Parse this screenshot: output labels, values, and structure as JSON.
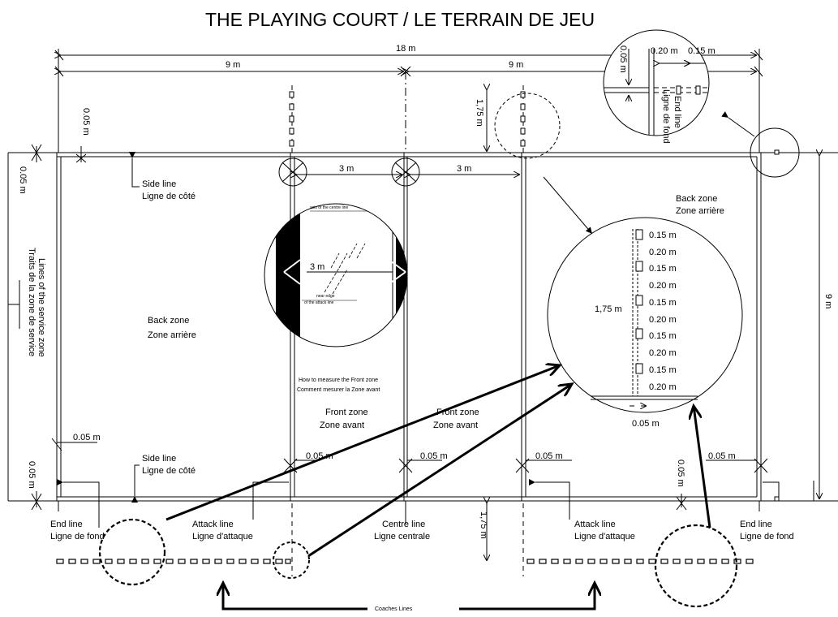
{
  "title": "THE PLAYING COURT / LE TERRAIN DE JEU",
  "dimensions": {
    "total_length": "18 m",
    "half_left": "9 m",
    "half_right": "9 m",
    "width": "9 m",
    "attack_left": "3 m",
    "attack_right": "3 m",
    "service_ext_top": "1,75 m",
    "service_ext_bottom": "1,75 m",
    "line_w_top": "0.05 m",
    "line_w_left": "0.05 m",
    "line_w_bl": "0.05 m",
    "line_w_bl2": "0.05 m",
    "line_w_attack_l": "0.05 m",
    "line_w_centre": "0.05 m",
    "line_w_attack_r": "0.05 m",
    "line_w_right": "0.05 m",
    "line_w_br": "0.05 m",
    "line_w_attack_r2": "0.05 m"
  },
  "zones": {
    "back_left_en": "Back zone",
    "back_left_fr": "Zone arrière",
    "back_right_en": "Back zone",
    "back_right_fr": "Zone arrière",
    "front_left_en": "Front zone",
    "front_left_fr": "Zone avant",
    "front_right_en": "Front zone",
    "front_right_fr": "Zone avant"
  },
  "labels": {
    "side_top_en": "Side line",
    "side_top_fr": "Ligne de côté",
    "side_bottom_en": "Side line",
    "side_bottom_fr": "Ligne de côté",
    "service_en": "Lines of the service zone",
    "service_fr": "Traits de la zone de service",
    "end_left_en": "End line",
    "end_left_fr": "Ligne de fond",
    "end_right_en": "End line",
    "end_right_fr": "Ligne de fond",
    "attack_left_en": "Attack line",
    "attack_left_fr": "Ligne d'attaque",
    "attack_right_en": "Attack line",
    "attack_right_fr": "Ligne d'attaque",
    "centre_en": "Centre line",
    "centre_fr": "Ligne centrale",
    "coaches": "Coaches Lines",
    "front_measure_en": "How to measure the Front zone",
    "front_measure_fr": "Comment mesurer la Zone avant"
  },
  "detail_front": {
    "axis": "axis of the centre line",
    "near1": "near edge",
    "near2": "of the attack line",
    "dim": "3 m"
  },
  "detail_end": {
    "w1": "0.20 m",
    "w2": "0.15 m",
    "w3": "0.05 m",
    "end_en": "End line",
    "end_fr": "Ligne de fond"
  },
  "detail_service": {
    "segments": [
      "0.15 m",
      "0.20 m",
      "0.15 m",
      "0.20 m",
      "0.15 m",
      "0.20 m",
      "0.15 m",
      "0.20 m",
      "0.15 m",
      "0.20 m"
    ],
    "length": "1,75 m",
    "width": "0.05 m"
  }
}
